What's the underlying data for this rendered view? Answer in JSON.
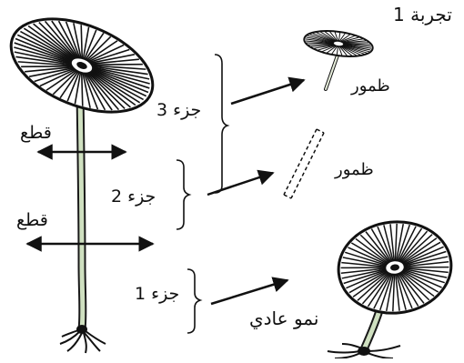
{
  "diagram": {
    "title": "تجربة 1",
    "cut_labels": [
      "قطع",
      "قطع"
    ],
    "parts": {
      "part3": "جزء 3",
      "part2": "جزء 2",
      "part1": "جزء 1"
    },
    "outcomes": {
      "part3": "ظمور",
      "part2": "ظمور",
      "part1": "نمو عادي"
    }
  }
}
